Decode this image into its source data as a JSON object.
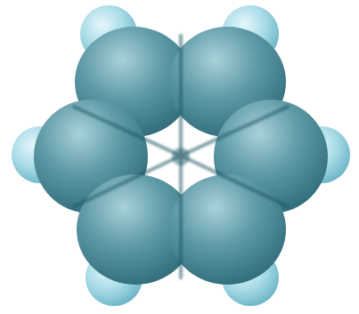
{
  "molecule": {
    "model_type": "space-filling",
    "atoms": {
      "carbon_count": 6,
      "hydrogen_count": 6
    },
    "colors": {
      "carbon_light": "#a9d2da",
      "carbon_mid": "#5f9aa7",
      "carbon_dark": "#2a6674",
      "hydrogen_light": "#e6f7fb",
      "hydrogen_mid": "#a8dbe7",
      "hydrogen_dark": "#6cb4c6",
      "background": "#ffffff"
    }
  }
}
